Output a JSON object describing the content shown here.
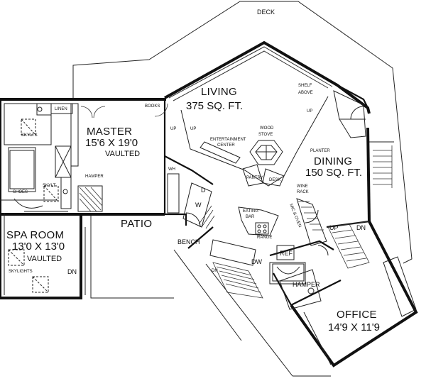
{
  "labels": {
    "deck": "DECK",
    "living": "LIVING",
    "living_area": "375 SQ. FT.",
    "master": "MASTER",
    "master_dims": "15'6 X 19'0",
    "master_vaulted": "VAULTED",
    "dining": "DINING",
    "dining_area": "150 SQ. FT.",
    "spa_room": "SPA ROOM",
    "spa_dims": "13'0 X 13'0",
    "spa_vaulted": "VAULTED",
    "office": "OFFICE",
    "office_dims": "14'9 X 11'9",
    "patio": "PATIO",
    "bench": "BENCH",
    "linen": "LINEN",
    "books": "BOOKS",
    "skylts": "SKYLTS",
    "skylt": "SKYLT",
    "shoes": "SHOES",
    "hamper_master": "HAMPER",
    "hamper_office": "HAMPER",
    "skylights": "SKYLIGHTS",
    "shelf": "SHELF",
    "above": "ABOVE",
    "wood": "WOOD",
    "stove": "STOVE",
    "entertainment": "ENTERTAINMENT",
    "center": "CENTER",
    "pantry": "PANTRY",
    "desk": "DESK",
    "planter": "PLANTER",
    "wine": "WINE",
    "rack": "RACK",
    "mic_oven": "MIC & OVEN",
    "eating": "EATING",
    "bar": "BAR",
    "range": "RANGE",
    "ref": "REF",
    "wh": "WH",
    "d": "D",
    "w": "W",
    "dw": "DW",
    "up_master": "UP",
    "up_living": "UP",
    "up_shelf": "UP",
    "up_office": "UP",
    "dn_office": "DN",
    "dn_spa": "DN",
    "dn_entry": "DN"
  }
}
